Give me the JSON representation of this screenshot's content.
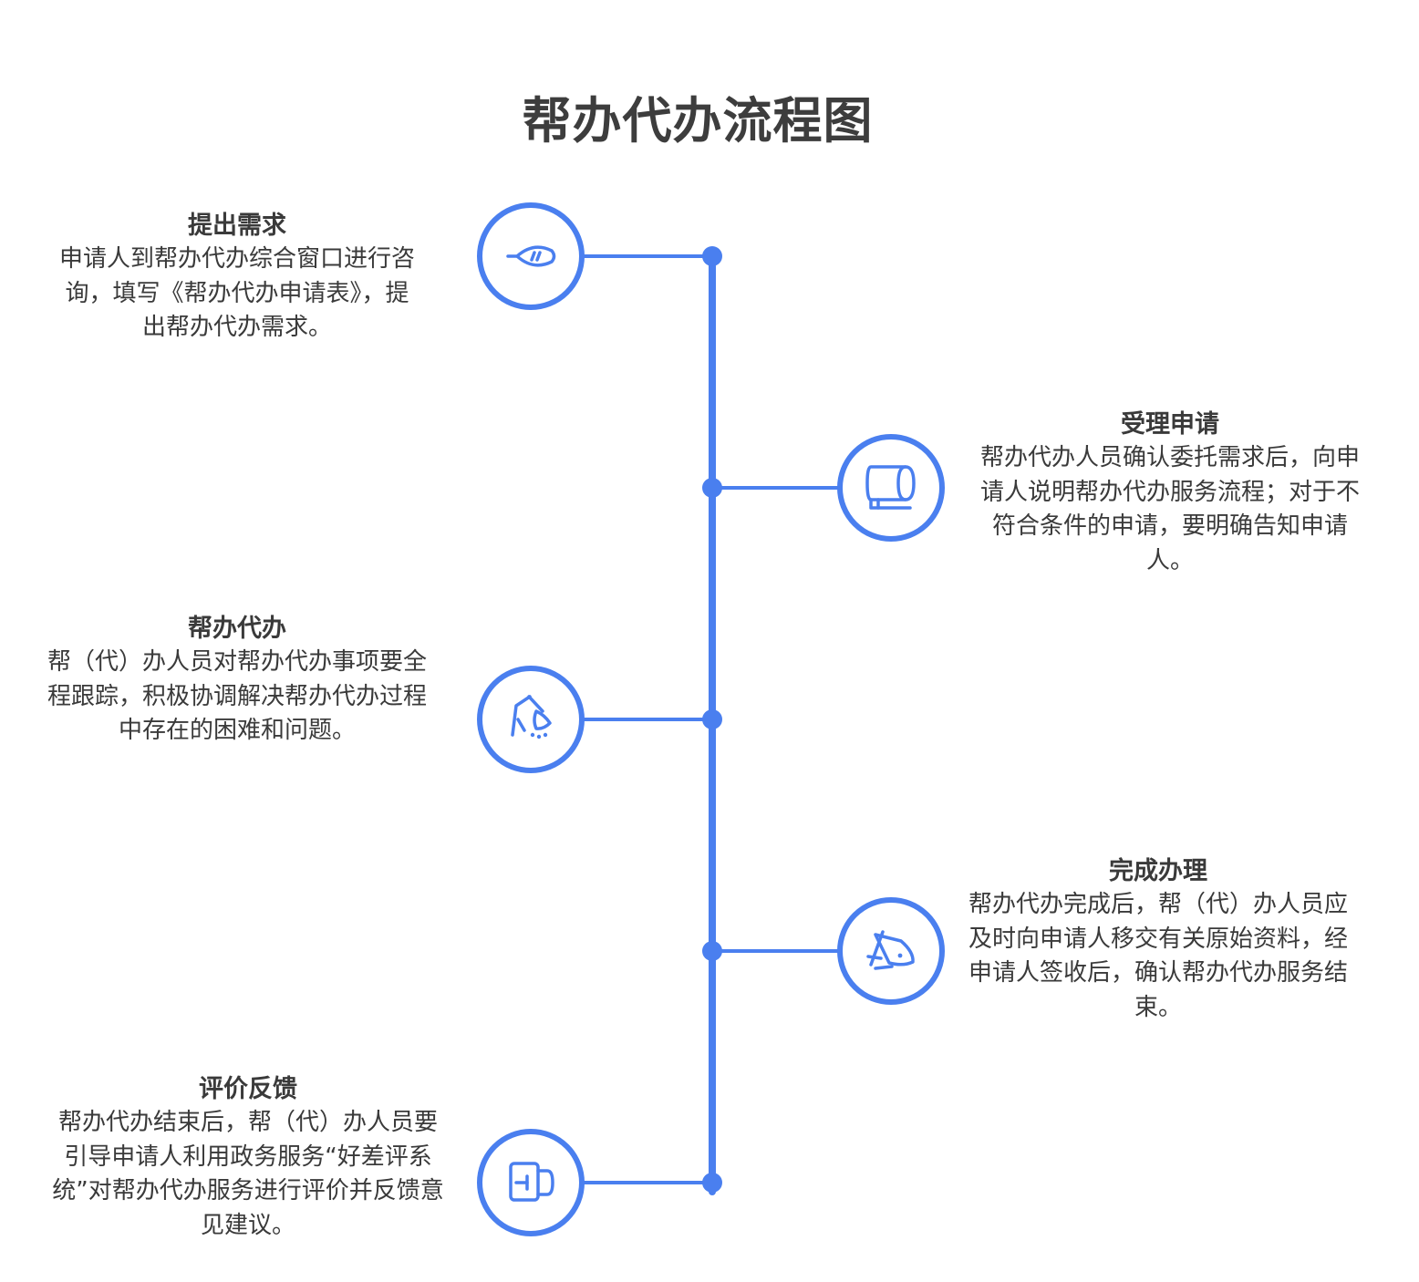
{
  "title": "帮办代办流程图",
  "colors": {
    "accent": "#4a7fef",
    "text": "#3a3a3a",
    "background": "#ffffff"
  },
  "steps": [
    {
      "title": "提出需求",
      "desc": "申请人到帮办代办综合窗口进行咨询，填写《帮办代办申请表》，提出帮办代办需求。",
      "side": "left",
      "icon": "eye-icon"
    },
    {
      "title": "受理申请",
      "desc": "帮办代办人员确认委托需求后，向申请人说明帮办代办服务流程；对于不符合条件的申请，要明确告知申请人。",
      "side": "right",
      "icon": "scroll-icon"
    },
    {
      "title": "帮办代办",
      "desc": "帮（代）办人员对帮办代办事项要全程跟踪，积极协调解决帮办代办过程中存在的困难和问题。",
      "side": "left",
      "icon": "desk-lamp-icon"
    },
    {
      "title": "完成办理",
      "desc": "帮办代办完成后，帮（代）办人员应及时向申请人移交有关原始资料，经申请人签收后，确认帮办代办服务结束。",
      "side": "right",
      "icon": "pen-nib-icon"
    },
    {
      "title": "评价反馈",
      "desc": "帮办代办结束后，帮（代）办人员要引导申请人利用政务服务“好差评系统”对帮办代办服务进行评价并反馈意见建议。",
      "side": "left",
      "icon": "mug-icon"
    }
  ]
}
